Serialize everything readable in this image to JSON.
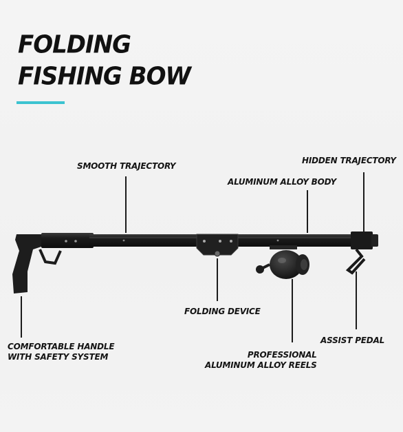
{
  "title": {
    "line1": "FOLDING",
    "line2": "FISHING BOW"
  },
  "colors": {
    "accent": "#3cc3d0",
    "text": "#141414",
    "product": "#1c1c1c"
  },
  "labels": {
    "smooth_trajectory": "SMOOTH TRAJECTORY",
    "hidden_trajectory": "HIDDEN TRAJECTORY",
    "aluminum_alloy_body": "ALUMINUM ALLOY BODY",
    "folding_device": "FOLDING DEVICE",
    "assist_pedal": "ASSIST PEDAL",
    "handle_line1": "COMFORTABLE HANDLE",
    "handle_line2": "WITH SAFETY SYSTEM",
    "reels_line1": "PROFESSIONAL",
    "reels_line2": "ALUMINUM ALLOY REELS"
  }
}
